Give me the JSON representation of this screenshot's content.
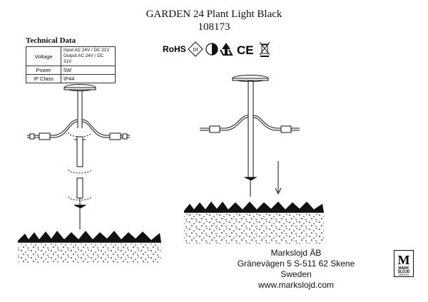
{
  "header": {
    "title": "GARDEN 24 Plant Light Black",
    "code": "108173"
  },
  "certifications": [
    {
      "label": "RoHS",
      "icon": "rohs-icon"
    },
    {
      "label": "III",
      "icon": "class-iii-icon"
    },
    {
      "label": "",
      "icon": "dim-icon"
    },
    {
      "label": "",
      "icon": "recycle-icon"
    },
    {
      "label": "CE",
      "icon": "ce-icon"
    },
    {
      "label": "",
      "icon": "weee-bin-icon"
    }
  ],
  "tech": {
    "heading": "Technical Data",
    "rows": [
      {
        "key": "Voltage",
        "lines": [
          "Input  AC 24V / DC 31V",
          "Output AC 24V / DC 31V"
        ]
      },
      {
        "key": "Power",
        "lines": [
          "5W"
        ]
      },
      {
        "key": "IP Class",
        "lines": [
          "IP44"
        ]
      }
    ]
  },
  "company": {
    "name": "Markslojd ÄB",
    "street": "Gränevägen 5 S-511 62 Skene",
    "country": "Sweden",
    "web": "www.markslojd.com"
  },
  "logo": {
    "letter": "M",
    "line1": "MARK",
    "line2": "SLÖJD",
    "line3": "SWEDEN"
  }
}
